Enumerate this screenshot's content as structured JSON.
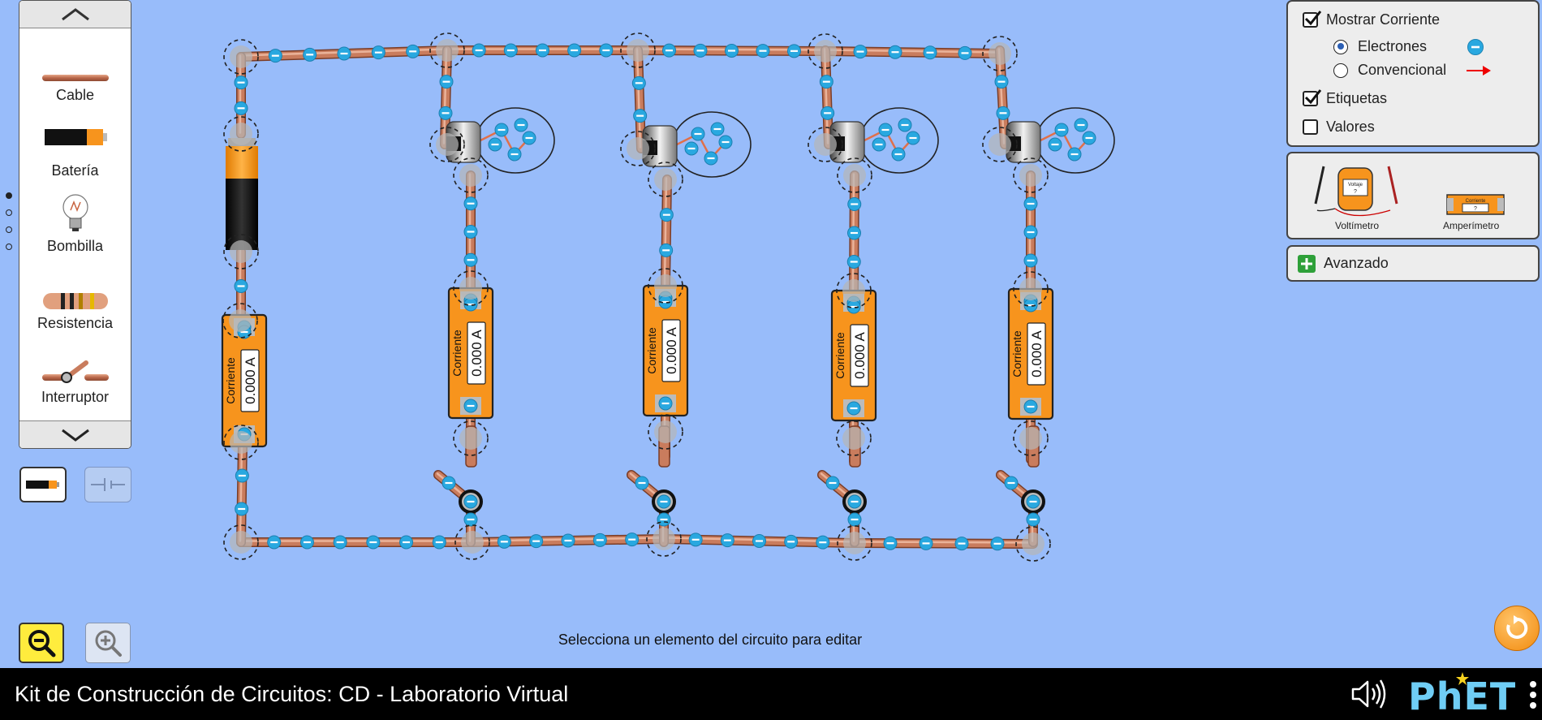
{
  "toolbox": {
    "items": [
      {
        "label": "Cable"
      },
      {
        "label": "Batería"
      },
      {
        "label": "Bombilla"
      },
      {
        "label": "Resistencia"
      },
      {
        "label": "Interruptor"
      }
    ],
    "page_count": 4,
    "current_page": 1
  },
  "view_mode": {
    "lifelike_selected": true
  },
  "display_panel": {
    "show_current": {
      "label": "Mostrar Corriente",
      "checked": true
    },
    "electrons": {
      "label": "Electrones",
      "selected": true
    },
    "conventional": {
      "label": "Convencional",
      "selected": false
    },
    "labels": {
      "label": "Etiquetas",
      "checked": true
    },
    "values": {
      "label": "Valores",
      "checked": false
    }
  },
  "tools_panel": {
    "voltmeter": {
      "label": "Voltímetro",
      "screen_title": "Voltaje",
      "screen_value": "?"
    },
    "ammeter": {
      "label": "Amperímetro",
      "screen_title": "Corriente",
      "screen_value": "?"
    }
  },
  "advanced": {
    "label": "Avanzado"
  },
  "ammeters": [
    {
      "title": "Corriente",
      "reading": "0.000 A"
    },
    {
      "title": "Corriente",
      "reading": "0.000 A"
    },
    {
      "title": "Corriente",
      "reading": "0.000 A"
    },
    {
      "title": "Corriente",
      "reading": "0.000 A"
    },
    {
      "title": "Corriente",
      "reading": "0.000 A"
    }
  ],
  "status_message": "Selecciona un elemento del circuito para editar",
  "navbar": {
    "title": "Kit de Construcción de Circuitos: CD - Laboratorio Virtual",
    "brand": "PhET"
  },
  "colors": {
    "background": "#98bcfa",
    "wire": "#c97c5d",
    "electron": "#29a8e0",
    "battery_orange": "#f7941d",
    "ammeter_orange": "#f7941d"
  }
}
